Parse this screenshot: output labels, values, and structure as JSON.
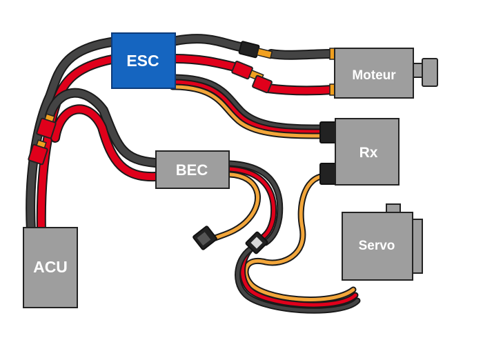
{
  "components": {
    "esc": {
      "label": "ESC"
    },
    "bec": {
      "label": "BEC"
    },
    "motor": {
      "label": "Moteur"
    },
    "rx": {
      "label": "Rx"
    },
    "servo": {
      "label": "Servo"
    },
    "acu": {
      "label": "ACU"
    }
  },
  "colors": {
    "esc_fill": "#1565c0",
    "component_fill": "#9e9e9e",
    "wire_black": "#444444",
    "wire_red": "#e0001b",
    "wire_orange": "#f3a63a",
    "connector_red": "#e0001b",
    "connector_black": "#222222",
    "pin_gold": "#f0a020"
  }
}
